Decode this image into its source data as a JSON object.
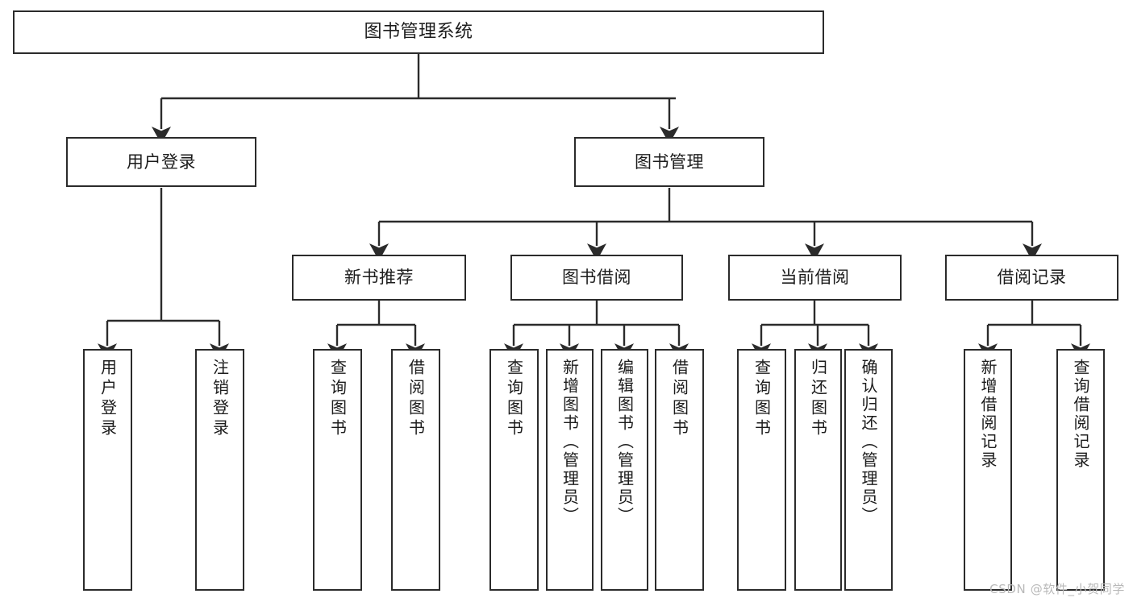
{
  "diagram": {
    "type": "tree",
    "title": "图书管理系统",
    "orientation": "top-down",
    "colors": {
      "stroke": "#2b2b2b",
      "fill": "#ffffff",
      "text": "#1c1c1c",
      "watermark": "#b9b9b9"
    },
    "watermark": "CSDN @软件_小贺同学",
    "nodes": {
      "root": {
        "label": "图书管理系统"
      },
      "level2": [
        {
          "label": "用户登录"
        },
        {
          "label": "图书管理"
        }
      ],
      "level3": [
        {
          "label": "新书推荐"
        },
        {
          "label": "图书借阅"
        },
        {
          "label": "当前借阅"
        },
        {
          "label": "借阅记录"
        }
      ],
      "leaves": {
        "user_login": [
          {
            "label": "用户登录"
          },
          {
            "label": "注销登录"
          }
        ],
        "new_book_recommend": [
          {
            "label": "查询图书"
          },
          {
            "label": "借阅图书"
          }
        ],
        "book_borrow": [
          {
            "label": "查询图书"
          },
          {
            "label": "新增图书（管理员）"
          },
          {
            "label": "编辑图书（管理员）"
          },
          {
            "label": "借阅图书"
          }
        ],
        "current_borrow": [
          {
            "label": "查询图书"
          },
          {
            "label": "归还图书"
          },
          {
            "label": "确认归还（管理员）"
          }
        ],
        "borrow_record": [
          {
            "label": "新增借阅记录"
          },
          {
            "label": "查询借阅记录"
          }
        ]
      }
    }
  }
}
